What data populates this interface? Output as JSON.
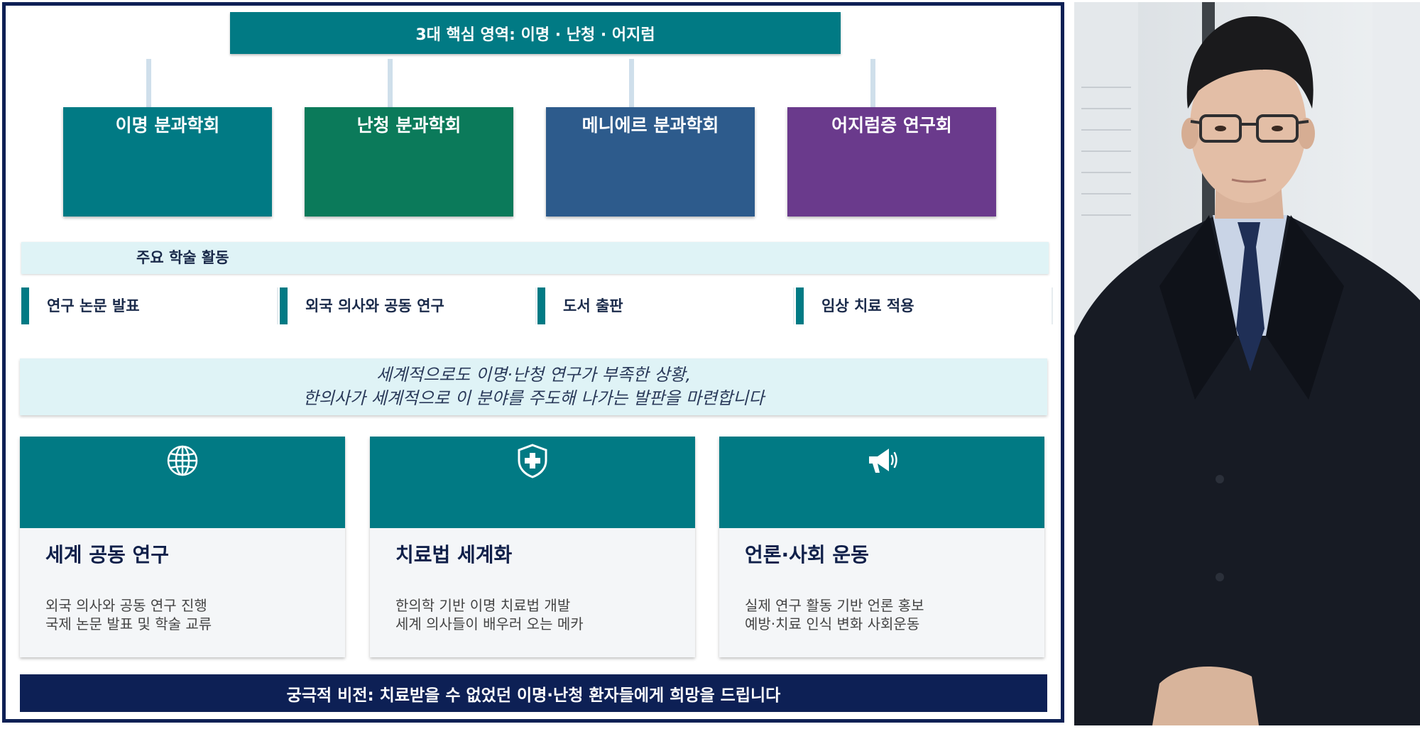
{
  "banner": "3대 핵심 영역: 이명 · 난청 · 어지럼",
  "societies": [
    {
      "label": "이명 분과학회",
      "color": "#017a84"
    },
    {
      "label": "난청 분과학회",
      "color": "#0b7a5a"
    },
    {
      "label": "메니에르 분과학회",
      "color": "#2d5b8c"
    },
    {
      "label": "어지럼증 연구회",
      "color": "#6a3a8c"
    }
  ],
  "activities": {
    "header": "주요 학술 활동",
    "items": [
      "연구 논문 발표",
      "외국 의사와 공동 연구",
      "도서 출판",
      "임상 치료 적용"
    ]
  },
  "quote": {
    "line1": "세계적으로도 이명·난청 연구가 부족한 상황,",
    "line2": "한의사가 세계적으로 이 분야를 주도해 나가는 발판을 마련합니다"
  },
  "cards": [
    {
      "icon": "globe-icon",
      "title": "세계 공동 연구",
      "line1": "외국 의사와 공동 연구 진행",
      "line2": "국제 논문 발표 및 학술 교류"
    },
    {
      "icon": "medical-shield-icon",
      "title": "치료법 세계화",
      "line1": "한의학 기반 이명 치료법 개발",
      "line2": "세계 의사들이 배우러 오는 메카"
    },
    {
      "icon": "megaphone-icon",
      "title": "언론·사회 운동",
      "line1": "실제 연구 활동 기반 언론 홍보",
      "line2": "예방·치료 인식 변화 사회운동"
    }
  ],
  "footer": "궁극적 비전: 치료받을 수 없었던 이명·난청 환자들에게 희망을 드립니다",
  "colors": {
    "teal": "#017a84",
    "navy": "#0d2055",
    "light": "#dff3f6"
  }
}
